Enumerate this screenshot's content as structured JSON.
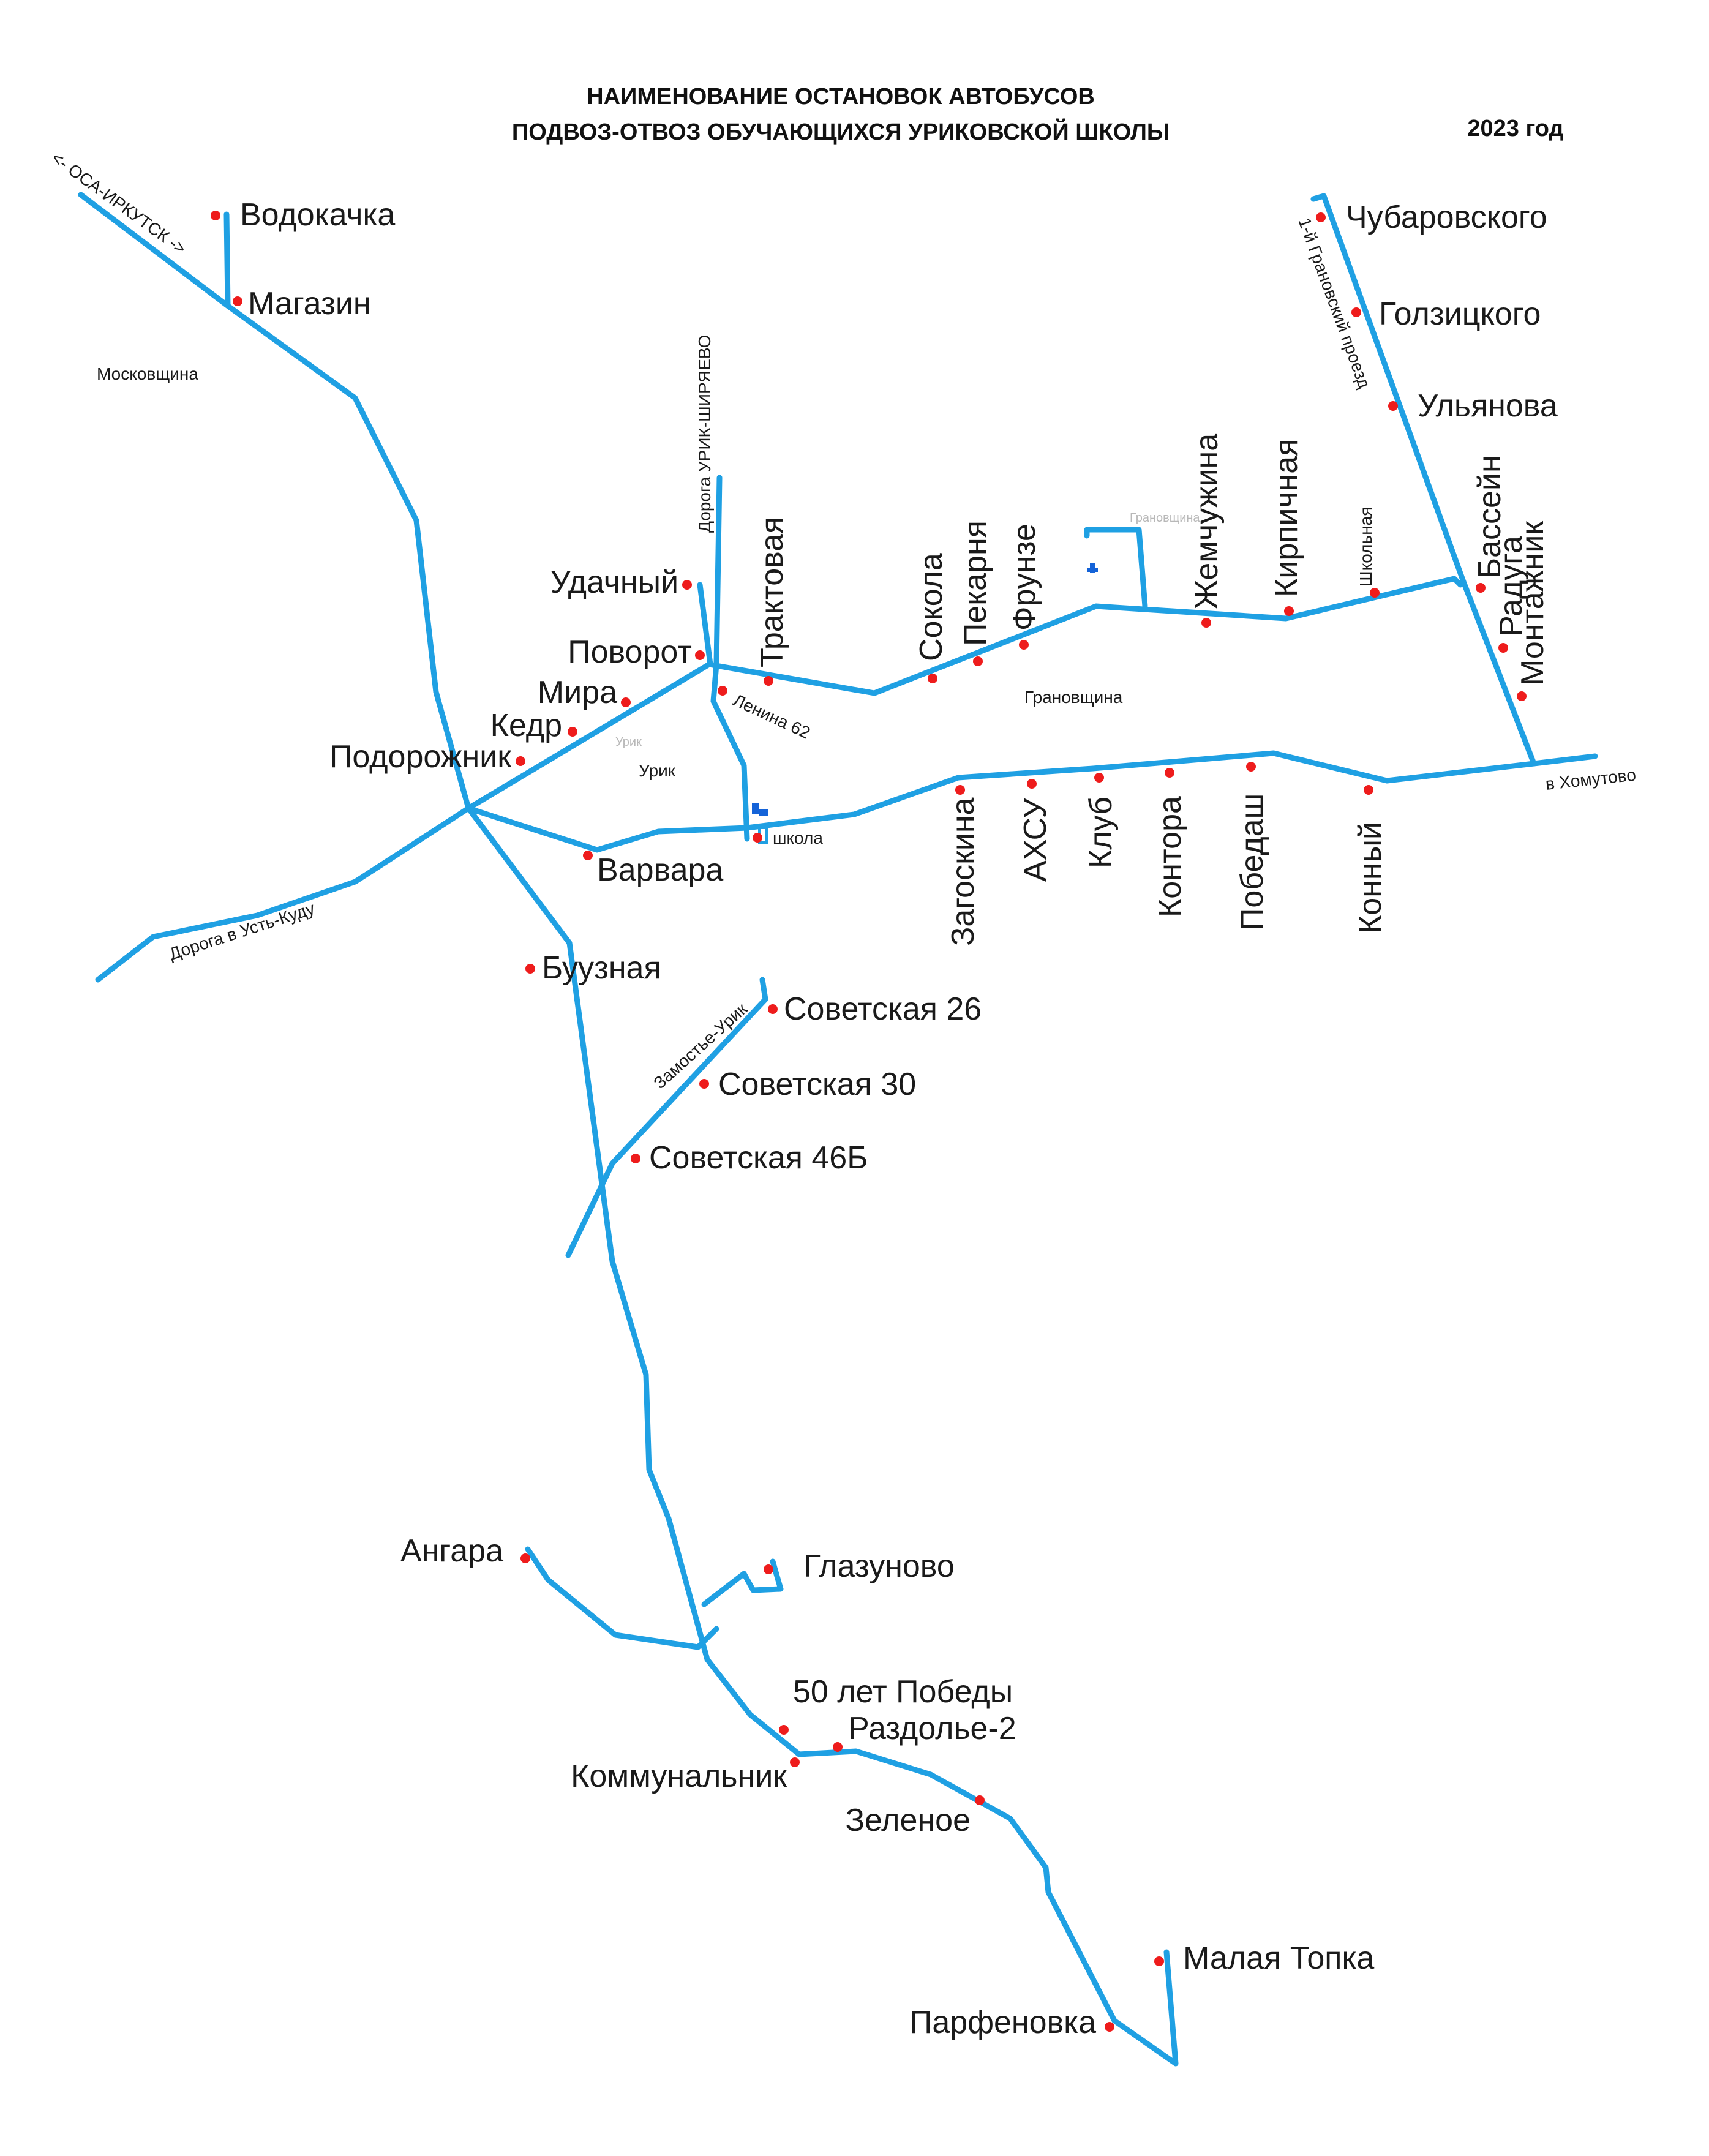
{
  "title": {
    "line1": "НАИМЕНОВАНИЕ ОСТАНОВОК АВТОБУСОВ",
    "line2": "ПОДВОЗ-ОТВОЗ ОБУЧАЮЩИХСЯ УРИКОВСКОЙ ШКОЛЫ",
    "year": "2023 год"
  },
  "colors": {
    "road": "#1fa0e3",
    "stop": "#ee1c1c",
    "school": "#1463d8"
  },
  "stops": {
    "vodokachka": "Водокачка",
    "magazin": "Магазин",
    "udachny": "Удачный",
    "povorot": "Поворот",
    "mira": "Мира",
    "kedr": "Кедр",
    "podorozhnik": "Подорожник",
    "traktovaya": "Трактовая",
    "sokola": "Сокола",
    "pekarnya": "Пекарня",
    "frunze": "Фрунзе",
    "zhemchuzhina": "Жемчужина",
    "kirpichnaya": "Кирпичная",
    "chubarovskogo": "Чубаровского",
    "golzitskogo": "Голзицкого",
    "ulyanova": "Ульянова",
    "basseyn": "Бассейн",
    "raduga": "Радуга",
    "montazhnik": "Монтажник",
    "varvara": "Варвара",
    "zagoskina": "Загоскина",
    "ahsu": "АХСУ",
    "klub": "Клуб",
    "kontora": "Контора",
    "pobedash": "Победаш",
    "konny": "Конный",
    "buuznaya": "Буузная",
    "sovetskaya26": "Советская 26",
    "sovetskaya30": "Советская 30",
    "sovetskaya46b": "Советская 46Б",
    "angara": "Ангара",
    "glazunovo": "Глазуново",
    "let50pobedy": "50 лет Победы",
    "razdolye2": "Раздолье-2",
    "kommunalnik": "Коммунальник",
    "zelenoe": "Зеленое",
    "malaya_topka": "Малая Топка",
    "parfenovka": "Парфеновка"
  },
  "labels": {
    "osa_irkutsk": "<- ОСА-ИРКУТСК ->",
    "moskovshchina": "Московщина",
    "road_urik_shiryaevo": "Дорога УРИК-ШИРЯЕВО",
    "lenina62": "Ленина 62",
    "granovshchina": "Грановщина",
    "granovshchina_small": "Грановщина",
    "urik": "Урик",
    "urik_small": "Урик",
    "shkola": "школа",
    "road_ust_kudu": "Дорога в Усть-Куду",
    "v_khomutovo": "в Хомутово",
    "zamostye_urik": "Замостье-Урик",
    "granovsky_proezd": "1-й Грановский проезд",
    "shkolnaya": "Школьная"
  }
}
